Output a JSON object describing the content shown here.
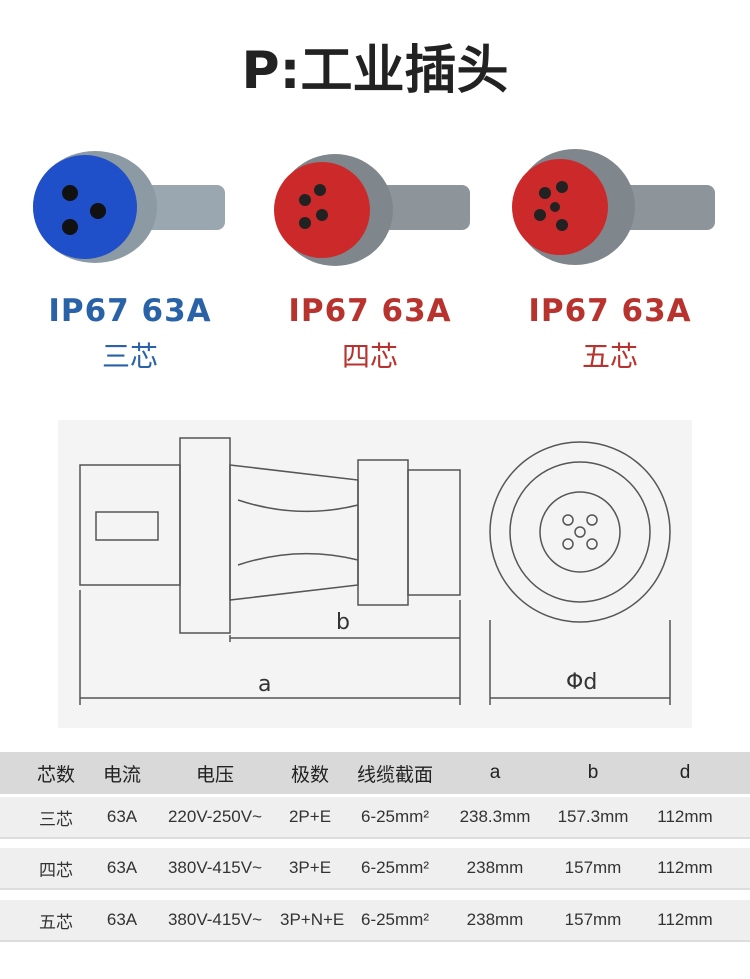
{
  "title": "P:工业插头",
  "products": [
    {
      "model": "IP67 63A",
      "cores": "三芯",
      "color": "#2a62a8",
      "plug_color": "#1f4fc9"
    },
    {
      "model": "IP67 63A",
      "cores": "四芯",
      "color": "#b8322e",
      "plug_color": "#cc2a2a"
    },
    {
      "model": "IP67 63A",
      "cores": "五芯",
      "color": "#b8322e",
      "plug_color": "#cc2a2a"
    }
  ],
  "diagram": {
    "label_a": "a",
    "label_b": "b",
    "label_d": "Φd"
  },
  "table": {
    "headers": [
      "芯数",
      "电流",
      "电压",
      "极数",
      "线缆截面",
      "a",
      "b",
      "d"
    ],
    "rows": [
      [
        "三芯",
        "63A",
        "220V-250V~",
        "2P+E",
        "6-25mm²",
        "238.3mm",
        "157.3mm",
        "112mm"
      ],
      [
        "四芯",
        "63A",
        "380V-415V~",
        "3P+E",
        "6-25mm²",
        "238mm",
        "157mm",
        "112mm"
      ],
      [
        "五芯",
        "63A",
        "380V-415V~",
        "3P+N+E",
        "6-25mm²",
        "238mm",
        "157mm",
        "112mm"
      ]
    ]
  }
}
